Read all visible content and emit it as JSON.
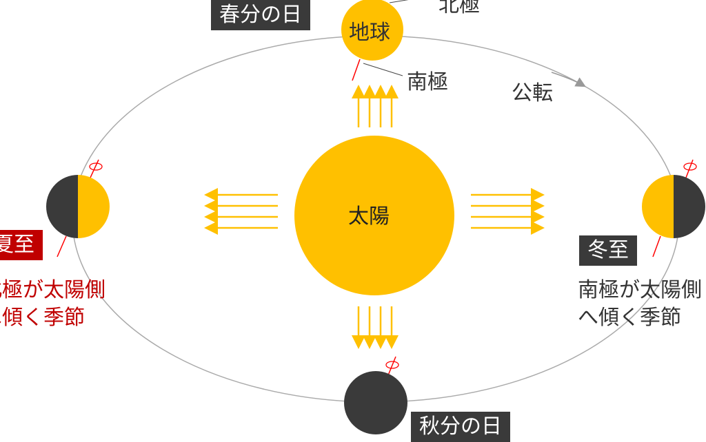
{
  "sun": {
    "label": "太陽",
    "color": "#FFC000"
  },
  "earth": {
    "label": "地球",
    "north_pole": "北極",
    "south_pole": "南極"
  },
  "orbit": {
    "label": "公転"
  },
  "seasons": {
    "spring": "春分の日",
    "summer": "夏至",
    "autumn": "秋分の日",
    "winter": "冬至"
  },
  "notes": {
    "summer": [
      "北極が太陽側",
      "へ傾く季節"
    ],
    "winter": [
      "南極が太陽側",
      "へ傾く季節"
    ]
  },
  "colors": {
    "dark": "#3a3a3a",
    "accent_red": "#c00000",
    "orbit": "#aaaaaa"
  }
}
